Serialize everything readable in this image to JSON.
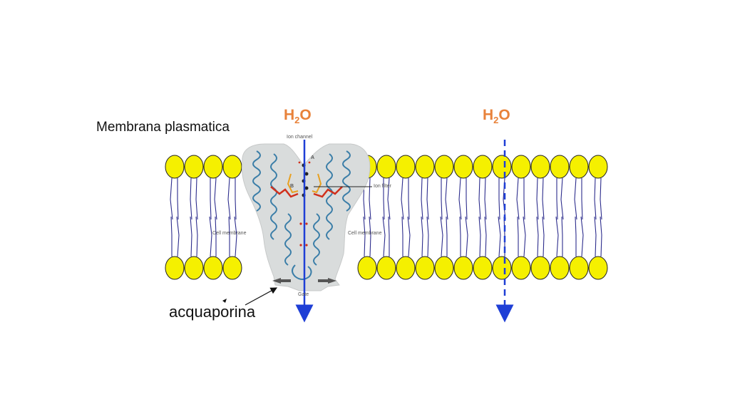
{
  "diagram": {
    "title": "Membrana plasmatica",
    "protein_label": "acquaporina",
    "water_left": {
      "prefix": "H",
      "subscript": "2",
      "suffix": "O"
    },
    "water_right": {
      "prefix": "H",
      "subscript": "2",
      "suffix": "O"
    },
    "inset_labels": {
      "ion_channel": "Ion channel",
      "ion_filter": "Ion filter",
      "cell_membrane_left": "Cell membrane",
      "cell_membrane_right": "Cell membrane",
      "gate": "Gate",
      "site_a": "A",
      "site_b": "B"
    },
    "colors": {
      "lipid_head": "#f5f000",
      "lipid_head_stroke": "#222222",
      "lipid_tail": "#2c2c8c",
      "water_arrow": "#1f3fd6",
      "water_label": "#e8823a",
      "protein_body": "#d9dcdc",
      "helix": "#3b7ea8",
      "filter_red": "#d0301c",
      "filter_orange": "#e8a020"
    }
  }
}
